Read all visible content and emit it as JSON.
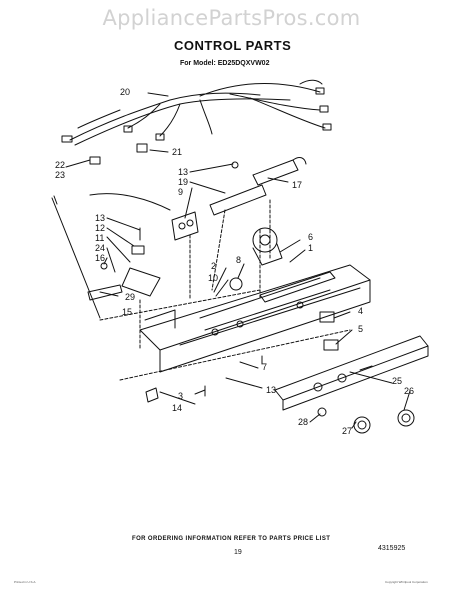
{
  "watermark": "AppliancePartsPros.com",
  "title": "CONTROL PARTS",
  "model": "For Model: ED25DQXVW02",
  "callouts": [
    "20",
    "21",
    "22",
    "23",
    "13",
    "19",
    "9",
    "17",
    "13",
    "12",
    "11",
    "24",
    "16",
    "29",
    "15",
    "2",
    "10",
    "8",
    "6",
    "1",
    "4",
    "5",
    "7",
    "3",
    "14",
    "13",
    "25",
    "26",
    "28",
    "27"
  ],
  "footer": "FOR ORDERING INFORMATION REFER TO PARTS PRICE LIST",
  "page_number": "19",
  "part_code": "4315925",
  "fine_print_left": "Printed in U.S.A.",
  "fine_print_right": "Copyright Whirlpool Corporation"
}
